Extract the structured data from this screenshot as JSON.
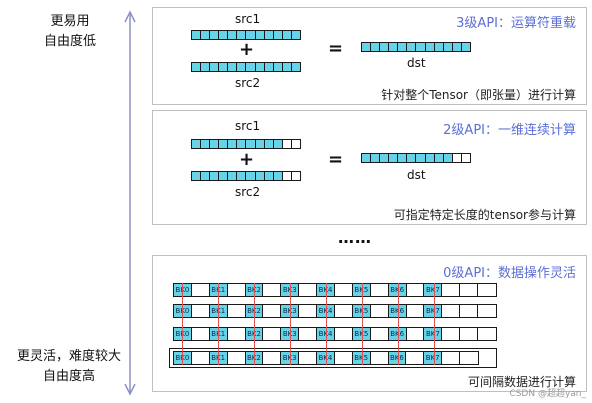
{
  "side": {
    "top_line1": "更易用",
    "top_line2": "自由度低",
    "bottom_line1": "更灵活，难度较大",
    "bottom_line2": "自由度高"
  },
  "panel3": {
    "title": "3级API：运算符重载",
    "src1": "src1",
    "src2": "src2",
    "dst": "dst",
    "plus": "+",
    "equals": "=",
    "caption": "针对整个Tensor（即张量）进行计算"
  },
  "panel2": {
    "title": "2级API：一维连续计算",
    "src1": "src1",
    "src2": "src2",
    "dst": "dst",
    "plus": "+",
    "equals": "=",
    "caption": "可指定特定长度的tensor参与计算"
  },
  "ellipsis": "……",
  "panel0": {
    "title": "0级API：数据操作灵活",
    "caption": "可间隔数据进行计算",
    "block_labels": [
      "BK0",
      "BK1",
      "BK2",
      "BK3",
      "BK4",
      "BK5",
      "BK6",
      "BK7"
    ]
  },
  "watermark": "CSDN @超超yan_"
}
